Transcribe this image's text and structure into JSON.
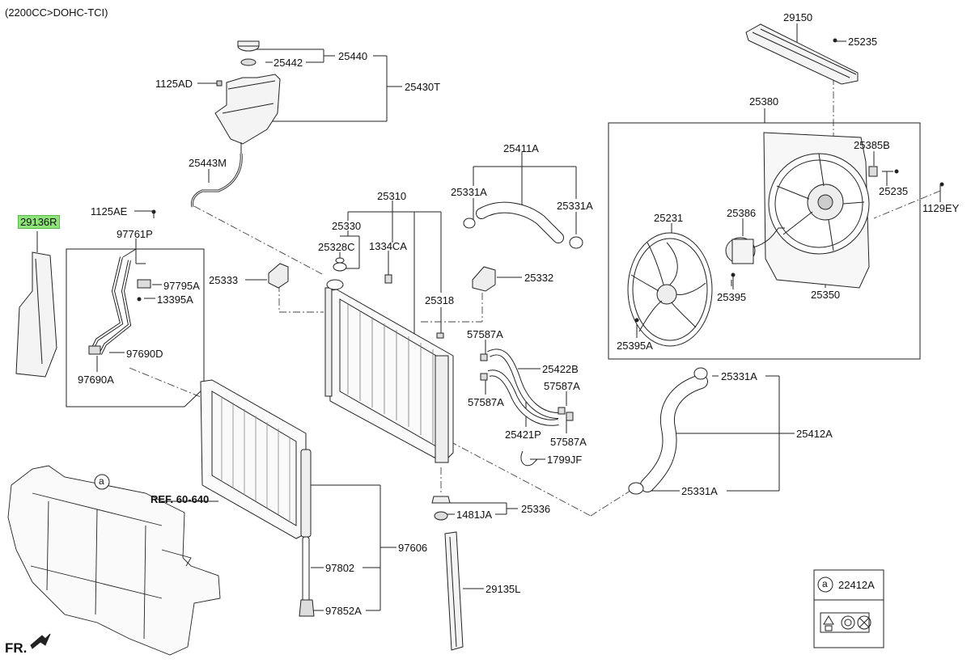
{
  "header": {
    "engine": "(2200CC>DOHC-TCI)"
  },
  "highlighted_part": "29136R",
  "labels": {
    "p29150": "29150",
    "p25235a": "25235",
    "p25440": "25440",
    "p25442": "25442",
    "p1125AD": "1125AD",
    "p25430T": "25430T",
    "p25380": "25380",
    "p25411A": "25411A",
    "p25443M": "25443M",
    "p25385B": "25385B",
    "p25331A_a": "25331A",
    "p25331A_b": "25331A",
    "p25235b": "25235",
    "p29136R": "29136R",
    "p1125AE": "1125AE",
    "p25310": "25310",
    "p1129EY": "1129EY",
    "p25386": "25386",
    "p25231": "25231",
    "p25330": "25330",
    "p97761P": "97761P",
    "p25328C": "25328C",
    "p1334CA": "1334CA",
    "p25333": "25333",
    "p25332": "25332",
    "p97795A": "97795A",
    "p25395": "25395",
    "p25350": "25350",
    "p13395A": "13395A",
    "p25318": "25318",
    "p57587A_a": "57587A",
    "p25395A": "25395A",
    "p97690D": "97690D",
    "p25422B": "25422B",
    "p25331A_c": "25331A",
    "p97690A": "97690A",
    "p57587A_b": "57587A",
    "p57587A_c": "57587A",
    "p25412A": "25412A",
    "p25421P": "25421P",
    "p57587A_d": "57587A",
    "p1799JF": "1799JF",
    "p25331A_d": "25331A",
    "pREF": "REF. 60-640",
    "p25336": "25336",
    "p1481JA": "1481JA",
    "p97606": "97606",
    "p97802": "97802",
    "p29135L": "29135L",
    "p97852A": "97852A",
    "pFR": "FR."
  },
  "callout_a": "a",
  "legend": {
    "symbol": "a",
    "part": "22412A"
  }
}
